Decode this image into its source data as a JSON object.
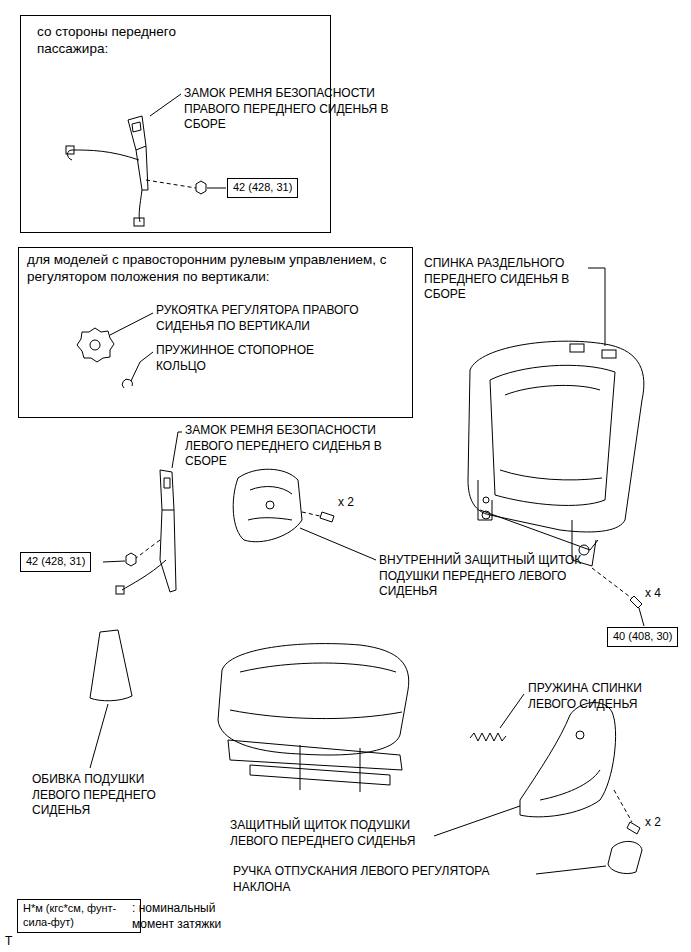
{
  "diagram": {
    "nodes": [
      {
        "text": [
          "со стороны переднего пассажира:"
        ]
      },
      {
        "text": [
          "42 (428, 31)"
        ],
        "in": 0
      },
      {
        "text": [
          "для моделей с правосторонним рулевым управлением, с регулятором положения по вертикали:"
        ]
      },
      {
        "text": [
          "42 (428, 31)"
        ]
      },
      {
        "text": [
          "40 (408, 30)"
        ]
      },
      {
        "text": [
          "Н*м (кгс*см, фунт-сила-фут)"
        ]
      }
    ],
    "labels": [
      "ЗАМОК РЕМНЯ БЕЗОПАСНОСТИ ПРАВОГО ПЕРЕДНЕГО СИДЕНЬЯ В СБОРЕ",
      "РУКОЯТКА РЕГУЛЯТОРА ПРАВОГО СИДЕНЬЯ ПО ВЕРТИКАЛИ",
      "ПРУЖИННОЕ СТОПОРНОЕ КОЛЬЦО",
      "СПИНКА РАЗДЕЛЬНОГО ПЕРЕДНЕГО СИДЕНЬЯ В СБОРЕ",
      "ЗАМОК РЕМНЯ БЕЗОПАСНОСТИ ЛЕВОГО ПЕРЕДНЕГО СИДЕНЬЯ В СБОРЕ",
      "x 2",
      "ВНУТРЕННИЙ ЗАЩИТНЫЙ ЩИТОК ПОДУШКИ ПЕРЕДНЕГО ЛЕВОГО СИДЕНЬЯ",
      "x 4",
      "ПРУЖИНА СПИНКИ ЛЕВОГО СИДЕНЬЯ",
      "x 2",
      "ОБИВКА ПОДУШКИ ЛЕВОГО ПЕРЕДНЕГО СИДЕНЬЯ",
      "ЗАЩИТНЫЙ ЩИТОК ПОДУШКИ ЛЕВОГО ПЕРЕДНЕГО СИДЕНЬЯ",
      "РУЧКА ОТПУСКАНИЯ ЛЕВОГО РЕГУЛЯТОРА НАКЛОНА",
      ": номинальный момент затяжки",
      "T"
    ]
  }
}
